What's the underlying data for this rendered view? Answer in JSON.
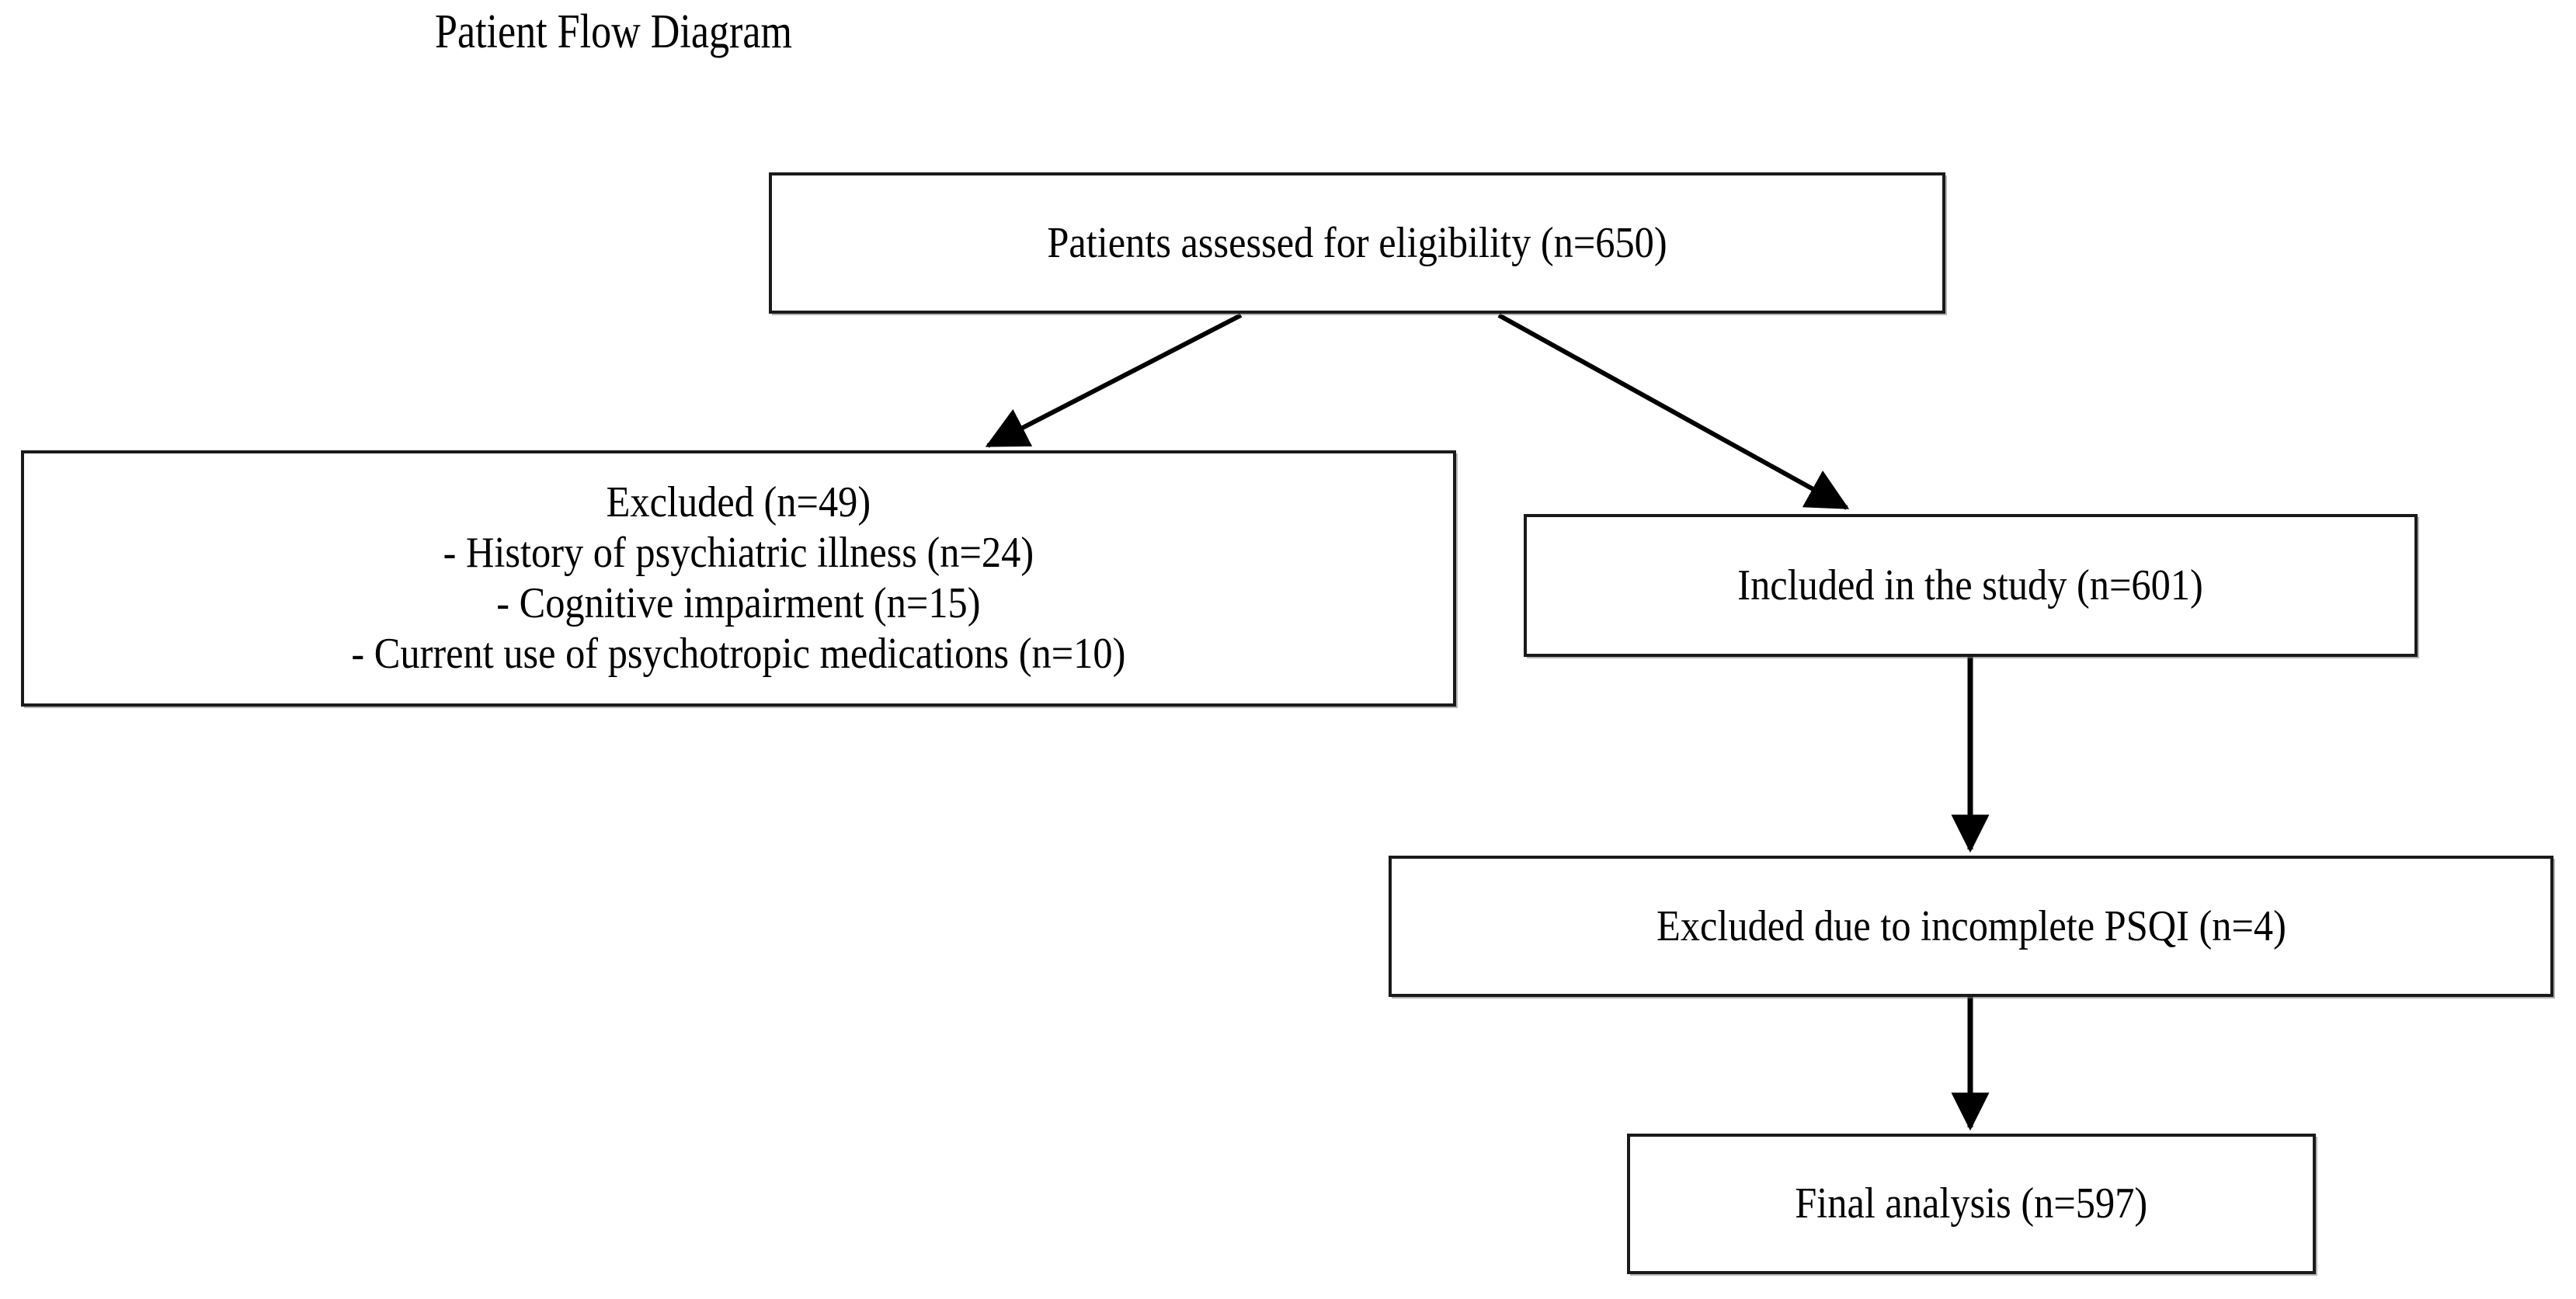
{
  "figure": {
    "title": "Patient Flow Diagram",
    "type": "flow-diagram",
    "background_color": "#ffffff",
    "line_color": "#000000",
    "box_border_color": "#1a1a1a"
  },
  "nodes": {
    "assessed": {
      "id": "assessed",
      "lines": [
        "Patients assessed for eligibility (n=650)"
      ],
      "n": 650
    },
    "excluded": {
      "id": "excluded",
      "lines": [
        "Excluded (n=49)",
        "- History of psychiatric illness (n=24)",
        "- Cognitive impairment (n=15)",
        "- Current use of psychotropic medications (n=10)"
      ],
      "n": 49
    },
    "included": {
      "id": "included",
      "lines": [
        "Included in the study (n=601)"
      ],
      "n": 601
    },
    "psqi_excluded": {
      "id": "psqi_excluded",
      "lines": [
        "Excluded due to incomplete PSQI (n=4)"
      ],
      "n": 4
    },
    "final": {
      "id": "final",
      "lines": [
        "Final analysis (n=597)"
      ],
      "n": 597
    }
  },
  "edges": [
    {
      "from": "assessed",
      "to": "excluded",
      "style": "diagonal-arrow"
    },
    {
      "from": "assessed",
      "to": "included",
      "style": "diagonal-arrow"
    },
    {
      "from": "included",
      "to": "psqi_excluded",
      "style": "vertical-arrow"
    },
    {
      "from": "psqi_excluded",
      "to": "final",
      "style": "vertical-arrow"
    }
  ],
  "chart_data": {
    "type": "diagram",
    "title": "Patient Flow Diagram",
    "categories": [
      "Patients assessed for eligibility",
      "Excluded",
      "History of psychiatric illness",
      "Cognitive impairment",
      "Current use of psychotropic medications",
      "Included in the study",
      "Excluded due to incomplete PSQI",
      "Final analysis"
    ],
    "values": [
      650,
      49,
      24,
      15,
      10,
      601,
      4,
      597
    ]
  }
}
